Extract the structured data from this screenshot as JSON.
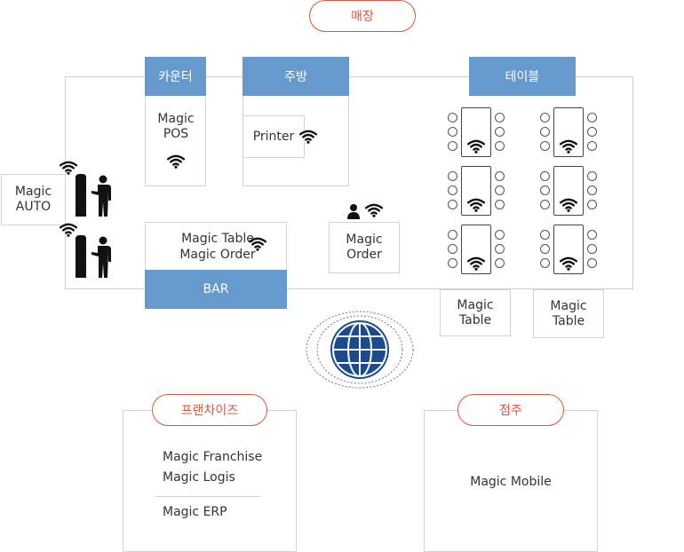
{
  "store": {
    "title": "매장"
  },
  "counter": {
    "title": "카운터",
    "system": "Magic POS"
  },
  "kitchen": {
    "title": "주방",
    "printer": "Printer"
  },
  "tables": {
    "title": "테이블",
    "label_left": "Magic Table",
    "label_right": "Magic Table"
  },
  "auto": {
    "label": "Magic AUTO"
  },
  "bar": {
    "title": "BAR",
    "system": "Magic Table Magic Order"
  },
  "order": {
    "label": "Magic Order"
  },
  "franchise": {
    "title": "프랜차이즈",
    "items": [
      "Magic Franchise",
      "Magic Logis",
      "Magic ERP"
    ]
  },
  "shop": {
    "title": "점주",
    "system": "Magic Mobile"
  },
  "icons": [
    "wifi-icon",
    "globe-icon",
    "person-icon",
    "kiosk-icon"
  ],
  "colors": {
    "accent": "#e0533c",
    "header_blue": "#6699cc",
    "globe": "#1b4b8c"
  }
}
